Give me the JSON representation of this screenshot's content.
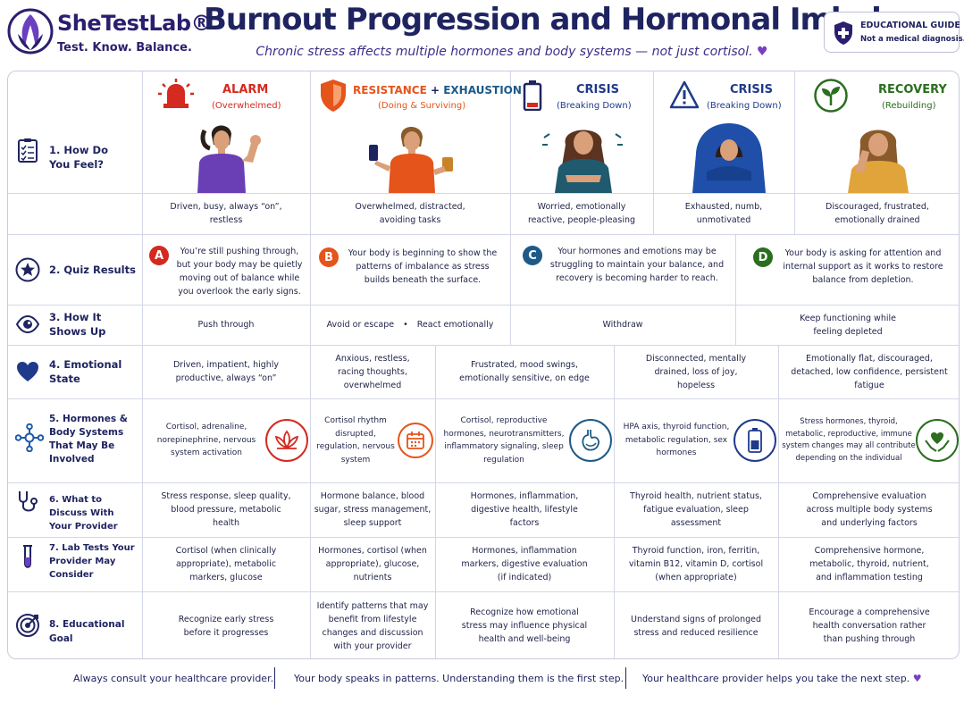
{
  "header": {
    "brand_name": "SheTestLab®",
    "brand_tagline": "Test. Know. Balance.",
    "title": "Burnout Progression and Hormonal Imbalance",
    "subtitle": "Chronic stress affects multiple hormones and body systems — not just cortisol.",
    "guide_title": "EDUCATIONAL GUIDE",
    "guide_subtitle": "Not a medical diagnosis."
  },
  "colors": {
    "alarm": "#d42a1f",
    "resistance": "#e5541a",
    "exhaustion": "#1d5a87",
    "crisis_blue": "#1f3a8a",
    "recovery": "#2a6e1e",
    "navy": "#1f2460"
  },
  "stages": [
    {
      "name": "ALARM",
      "sub": "(Overwhelmed)",
      "icon": "siren-icon"
    },
    {
      "name_a": "RESISTANCE",
      "plus": "+",
      "name_b": "EXHAUSTION",
      "sub": "(Doing & Surviving)",
      "icon": "shield-icon"
    },
    {
      "name": "CRISIS",
      "sub": "(Breaking Down)",
      "icon": "low-battery-icon"
    },
    {
      "name": "CRISIS",
      "sub": "(Breaking Down)",
      "icon": "warning-icon"
    },
    {
      "name": "RECOVERY",
      "sub": "(Rebuilding)",
      "icon": "sprout-icon"
    }
  ],
  "rows": {
    "feel": {
      "label": "1. How Do You Feel?",
      "cells": [
        "Driven, busy, always “on”, restless",
        "Overwhelmed, distracted, avoiding tasks",
        "Worried, emotionally reactive, people-pleasing",
        "Exhausted, numb, unmotivated",
        "Discouraged, frustrated, emotionally drained"
      ]
    },
    "quiz": {
      "label": "2. Quiz Results",
      "items": [
        {
          "badge": "A",
          "text": "You’re still pushing through, but your body may be quietly moving out of balance while you overlook the early signs."
        },
        {
          "badge": "B",
          "text": "Your body is beginning to show the patterns of imbalance as stress builds beneath the surface."
        },
        {
          "badge": "C",
          "text": "Your hormones and emotions may be struggling to maintain your balance, and recovery is becoming harder to reach."
        },
        {
          "badge": "D",
          "text": "Your body is asking for attention and internal support as it works to restore balance from depletion."
        }
      ]
    },
    "shows": {
      "label": "3. How It Shows Up",
      "cells": [
        "Push through",
        "Avoid or escape",
        "•",
        "React emotionally",
        "Withdraw",
        "Keep functioning while feeling depleted"
      ]
    },
    "emotional": {
      "label": "4. Emotional State",
      "cells": [
        "Driven, impatient, highly productive, always “on”",
        "Anxious, restless, racing thoughts, overwhelmed",
        "Frustrated, mood swings, emotionally sensitive, on edge",
        "Disconnected, mentally drained, loss of joy, hopeless",
        "Emotionally flat, discouraged, detached, low confidence, persistent fatigue"
      ]
    },
    "hormones": {
      "label": "5. Hormones & Body Systems That May Be Involved",
      "cells": [
        {
          "text": "Cortisol, adrenaline, norepinephrine, nervous system activation",
          "icon": "lotus-icon"
        },
        {
          "text": "Cortisol rhythm disrupted, regulation, nervous system",
          "icon": "calendar-icon"
        },
        {
          "text": "Cortisol, reproductive hormones, neurotransmitters, inflammatory signaling, sleep regulation",
          "icon": "stomach-icon"
        },
        {
          "text": "HPA axis, thyroid function, metabolic regulation, sex hormones",
          "icon": "battery-icon"
        },
        {
          "text": "Stress hormones, thyroid, metabolic, reproductive, immune system changes may all contribute depending on the individual",
          "icon": "heart-hands-icon"
        }
      ]
    },
    "discuss": {
      "label": "6. What to Discuss With Your Provider",
      "cells": [
        "Stress response, sleep quality, blood pressure, metabolic health",
        "Hormone balance, blood sugar, stress management, sleep support",
        "Hormones, inflammation, digestive health, lifestyle factors",
        "Thyroid health, nutrient status, fatigue evaluation, sleep assessment",
        "Comprehensive evaluation across multiple body systems and underlying factors"
      ]
    },
    "labs": {
      "label": "7. Lab Tests Your Provider May Consider",
      "cells": [
        "Cortisol (when clinically appropriate), metabolic markers, glucose",
        "Hormones, cortisol (when appropriate), glucose, nutrients",
        "Hormones, inflammation markers, digestive evaluation (if indicated)",
        "Thyroid function, iron, ferritin, vitamin B12, vitamin D, cortisol (when appropriate)",
        "Comprehensive hormone, metabolic, thyroid, nutrient, and inflammation testing"
      ]
    },
    "goal": {
      "label": "8. Educational Goal",
      "cells": [
        "Recognize early stress before it progresses",
        "Identify patterns that may benefit from lifestyle changes and discussion with your provider",
        "Recognize how emotional stress may influence physical health and well-being",
        "Understand signs of prolonged stress and reduced resilience",
        "Encourage a comprehensive health conversation rather than pushing through"
      ]
    }
  },
  "footer": {
    "left": "Always consult your healthcare provider.",
    "middle": "Your body speaks in patterns. Understanding them is the first step.",
    "right": "Your healthcare provider helps you take the next step."
  }
}
